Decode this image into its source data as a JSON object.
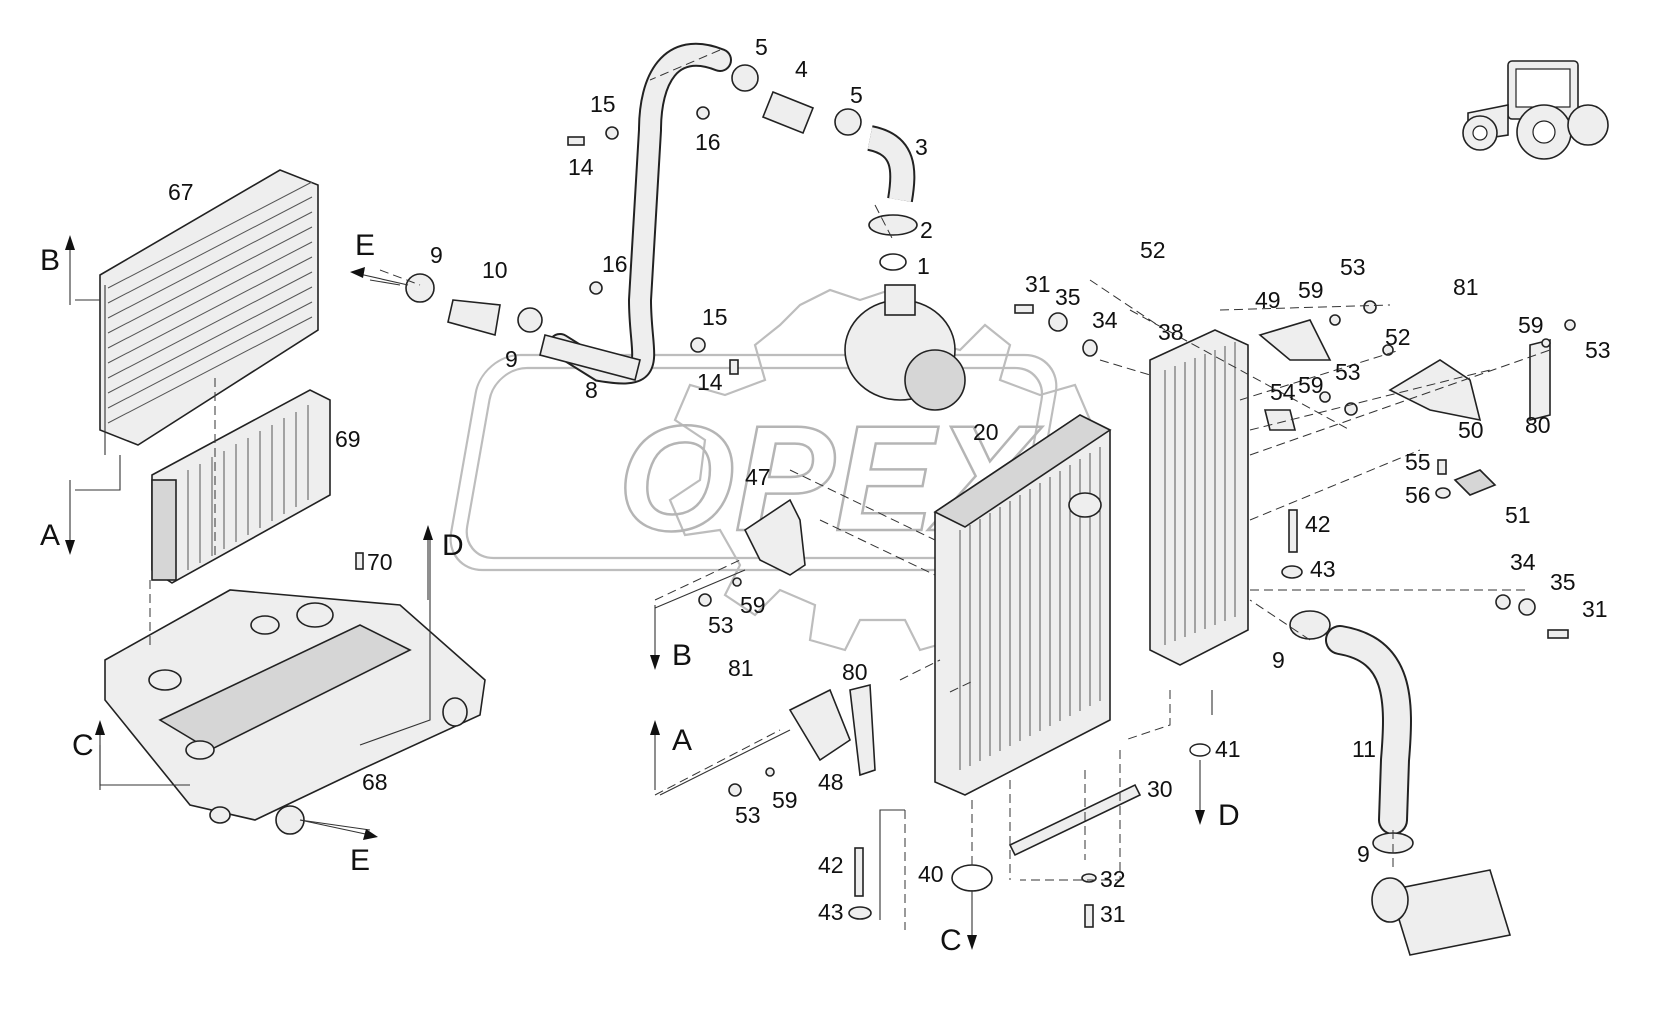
{
  "watermark": {
    "text": "OPEX"
  },
  "callouts": [
    {
      "n": "1"
    },
    {
      "n": "2"
    },
    {
      "n": "3"
    },
    {
      "n": "4"
    },
    {
      "n": "5"
    },
    {
      "n": "5"
    },
    {
      "n": "8"
    },
    {
      "n": "9"
    },
    {
      "n": "9"
    },
    {
      "n": "9"
    },
    {
      "n": "9"
    },
    {
      "n": "10"
    },
    {
      "n": "11"
    },
    {
      "n": "14"
    },
    {
      "n": "14"
    },
    {
      "n": "15"
    },
    {
      "n": "15"
    },
    {
      "n": "16"
    },
    {
      "n": "16"
    },
    {
      "n": "20"
    },
    {
      "n": "30"
    },
    {
      "n": "31"
    },
    {
      "n": "31"
    },
    {
      "n": "31"
    },
    {
      "n": "32"
    },
    {
      "n": "34"
    },
    {
      "n": "34"
    },
    {
      "n": "35"
    },
    {
      "n": "35"
    },
    {
      "n": "38"
    },
    {
      "n": "40"
    },
    {
      "n": "41"
    },
    {
      "n": "42"
    },
    {
      "n": "42"
    },
    {
      "n": "43"
    },
    {
      "n": "43"
    },
    {
      "n": "47"
    },
    {
      "n": "48"
    },
    {
      "n": "49"
    },
    {
      "n": "50"
    },
    {
      "n": "51"
    },
    {
      "n": "52"
    },
    {
      "n": "52"
    },
    {
      "n": "53"
    },
    {
      "n": "53"
    },
    {
      "n": "53"
    },
    {
      "n": "53"
    },
    {
      "n": "53"
    },
    {
      "n": "54"
    },
    {
      "n": "55"
    },
    {
      "n": "56"
    },
    {
      "n": "59"
    },
    {
      "n": "59"
    },
    {
      "n": "59"
    },
    {
      "n": "59"
    },
    {
      "n": "59"
    },
    {
      "n": "67"
    },
    {
      "n": "68"
    },
    {
      "n": "69"
    },
    {
      "n": "70"
    },
    {
      "n": "80"
    },
    {
      "n": "80"
    },
    {
      "n": "81"
    },
    {
      "n": "81"
    }
  ],
  "flow_markers": [
    {
      "letter": "A"
    },
    {
      "letter": "A"
    },
    {
      "letter": "B"
    },
    {
      "letter": "B"
    },
    {
      "letter": "C"
    },
    {
      "letter": "C"
    },
    {
      "letter": "D"
    },
    {
      "letter": "D"
    },
    {
      "letter": "E"
    },
    {
      "letter": "E"
    }
  ]
}
